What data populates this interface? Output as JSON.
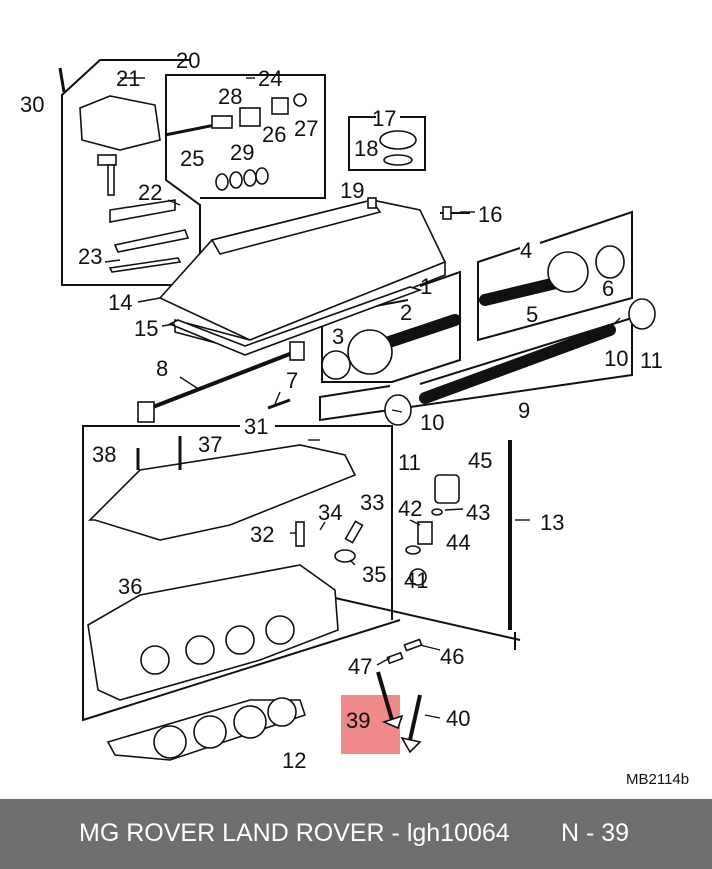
{
  "diagram": {
    "drawing_code": "MB2114b",
    "callouts": {
      "c1": "1",
      "c2": "2",
      "c3": "3",
      "c4": "4",
      "c5": "5",
      "c6": "6",
      "c7": "7",
      "c8": "8",
      "c9": "9",
      "c10a": "10",
      "c10b": "10",
      "c11a": "11",
      "c11b": "11",
      "c12": "12",
      "c13": "13",
      "c14": "14",
      "c15": "15",
      "c16": "16",
      "c17": "17",
      "c18": "18",
      "c19": "19",
      "c20": "20",
      "c21": "21",
      "c22": "22",
      "c23": "23",
      "c24": "24",
      "c25": "25",
      "c26": "26",
      "c27": "27",
      "c28": "28",
      "c29": "29",
      "c30": "30",
      "c31": "31",
      "c32": "32",
      "c33": "33",
      "c34": "34",
      "c35": "35",
      "c36": "36",
      "c37": "37",
      "c38": "38",
      "c39": "39",
      "c40": "40",
      "c41": "41",
      "c42": "42",
      "c43": "43",
      "c44": "44",
      "c45": "45",
      "c46": "46",
      "c47": "47"
    },
    "highlight_color": "#f08a8a"
  },
  "footer": {
    "title": "MG ROVER LAND ROVER - lgh10064",
    "part_ref": "N - 39"
  }
}
